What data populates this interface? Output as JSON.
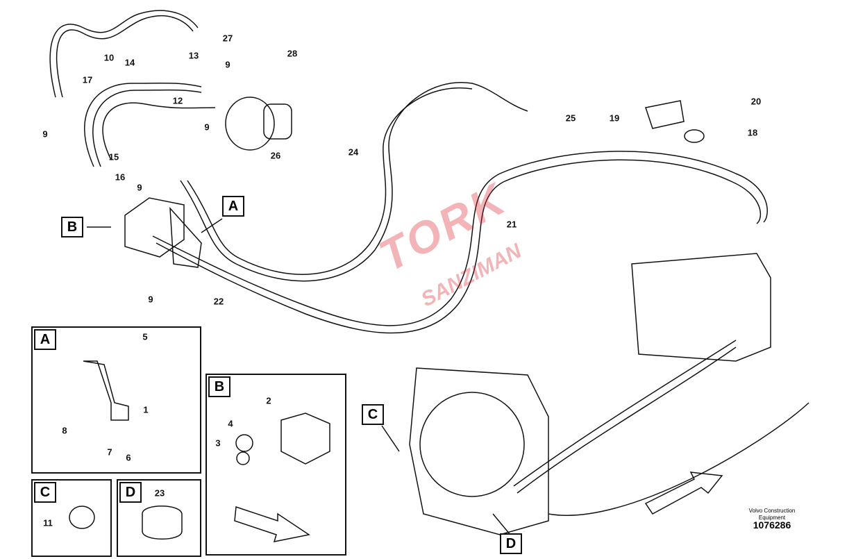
{
  "callouts": [
    "10",
    "27",
    "13",
    "28",
    "14",
    "9",
    "17",
    "12",
    "9",
    "9",
    "26",
    "25",
    "20",
    "19",
    "18",
    "24",
    "15",
    "16",
    "9",
    "21",
    "9",
    "22",
    "5",
    "1",
    "8",
    "7",
    "6",
    "2",
    "4",
    "3",
    "11",
    "23"
  ],
  "view_letters": {
    "a": "A",
    "b": "B",
    "c": "C",
    "d": "D"
  },
  "panels": {
    "a": "A",
    "b": "B",
    "c": "C",
    "d": "D"
  },
  "watermark": {
    "main": "TORK",
    "sub": "SANZIMAN"
  },
  "credit": {
    "company": "Volvo Construction Equipment",
    "number": "1076286"
  },
  "colors": {
    "line": "#111111",
    "watermark": "#dc2832"
  }
}
